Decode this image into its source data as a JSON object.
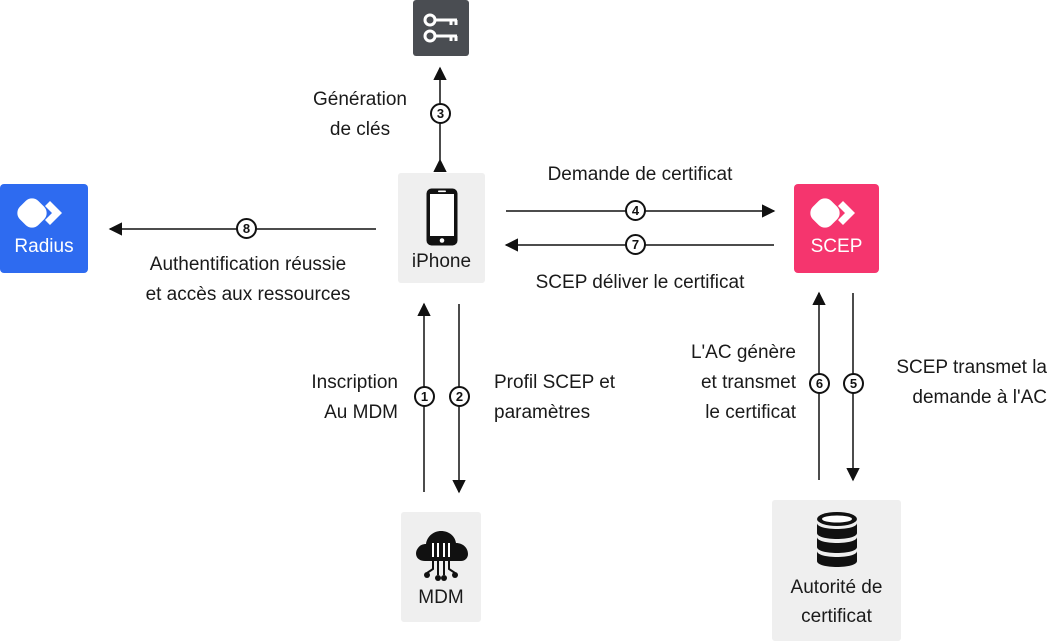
{
  "colors": {
    "blue": "#2E6BF0",
    "pink": "#F5356E",
    "dark": "#4A4D52",
    "gray": "#EFEFEF",
    "line": "#111111"
  },
  "nodes": {
    "keys": {
      "icon": "keys-icon"
    },
    "radius": {
      "label": "Radius",
      "icon": "radius-logo-icon"
    },
    "iphone": {
      "label": "iPhone",
      "icon": "smartphone-icon"
    },
    "scep": {
      "label": "SCEP",
      "icon": "scep-logo-icon"
    },
    "mdm": {
      "label": "MDM",
      "icon": "cloud-network-icon"
    },
    "ca": {
      "line1": "Autorité de",
      "line2": "certificat",
      "icon": "database-icon"
    }
  },
  "steps": {
    "s1": {
      "num": "1",
      "lines": [
        "Inscription",
        "Au MDM"
      ]
    },
    "s2": {
      "num": "2",
      "lines": [
        "Profil SCEP et",
        "paramètres"
      ]
    },
    "s3": {
      "num": "3",
      "lines": [
        "Génération",
        "de clés"
      ]
    },
    "s4": {
      "num": "4",
      "lines": [
        "Demande de certificat"
      ]
    },
    "s5": {
      "num": "5",
      "lines": [
        "SCEP transmet la",
        "demande à l'AC"
      ]
    },
    "s6": {
      "num": "6",
      "lines": [
        "L'AC génère",
        "et transmet",
        "le certificat"
      ]
    },
    "s7": {
      "num": "7",
      "lines": [
        "SCEP déliver le certificat"
      ]
    },
    "s8": {
      "num": "8",
      "lines": [
        "Authentification réussie",
        "et accès aux ressources"
      ]
    }
  }
}
